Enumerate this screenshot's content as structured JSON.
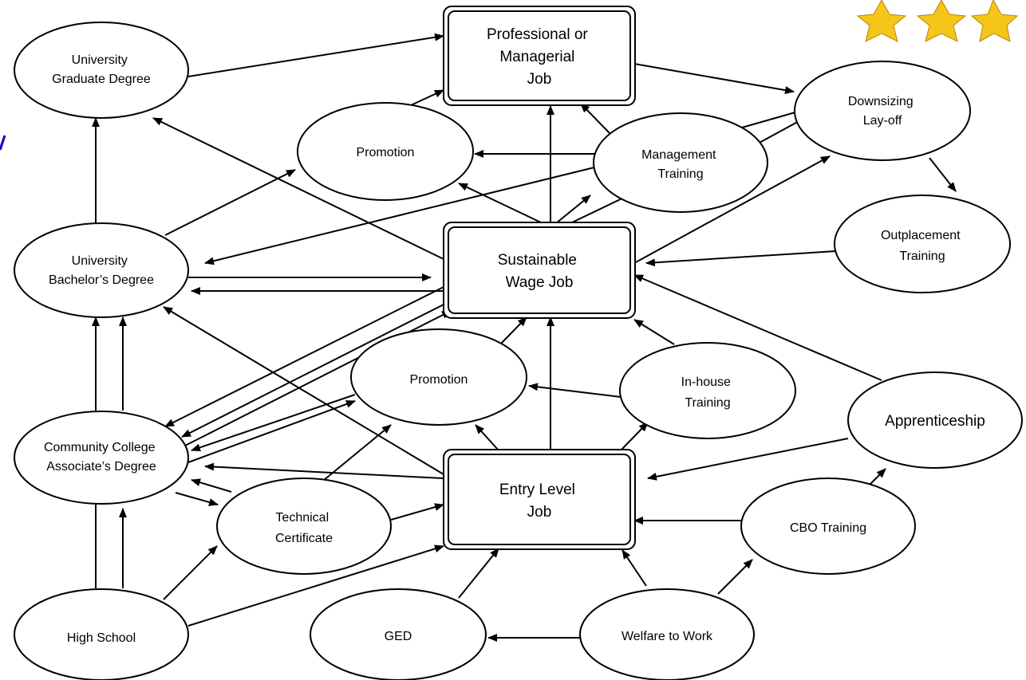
{
  "nodes": {
    "professional_job": [
      "Professional or",
      "Managerial",
      "Job"
    ],
    "sustainable_job": [
      "Sustainable",
      "Wage Job"
    ],
    "entry_job": [
      "Entry Level",
      "Job"
    ],
    "univ_grad": [
      "University",
      "Graduate Degree"
    ],
    "univ_bach": [
      "University",
      "Bachelor’s Degree"
    ],
    "cc_assoc": [
      "Community College",
      "Associate’s Degree"
    ],
    "high_school": [
      "High School"
    ],
    "promotion_top": [
      "Promotion"
    ],
    "promotion_mid": [
      "Promotion"
    ],
    "mgmt_training": [
      "Management",
      "Training"
    ],
    "downsizing": [
      "Downsizing",
      "Lay-off"
    ],
    "outplacement": [
      "Outplacement",
      "Training"
    ],
    "inhouse": [
      "In-house",
      "Training"
    ],
    "apprenticeship": [
      "Apprenticeship"
    ],
    "cbo_training": [
      "CBO Training"
    ],
    "tech_cert": [
      "Technical",
      "Certificate"
    ],
    "ged": [
      "GED"
    ],
    "welfare": [
      "Welfare to Work"
    ]
  },
  "decoration": {
    "corner_art": "gold-stars-clipart"
  }
}
